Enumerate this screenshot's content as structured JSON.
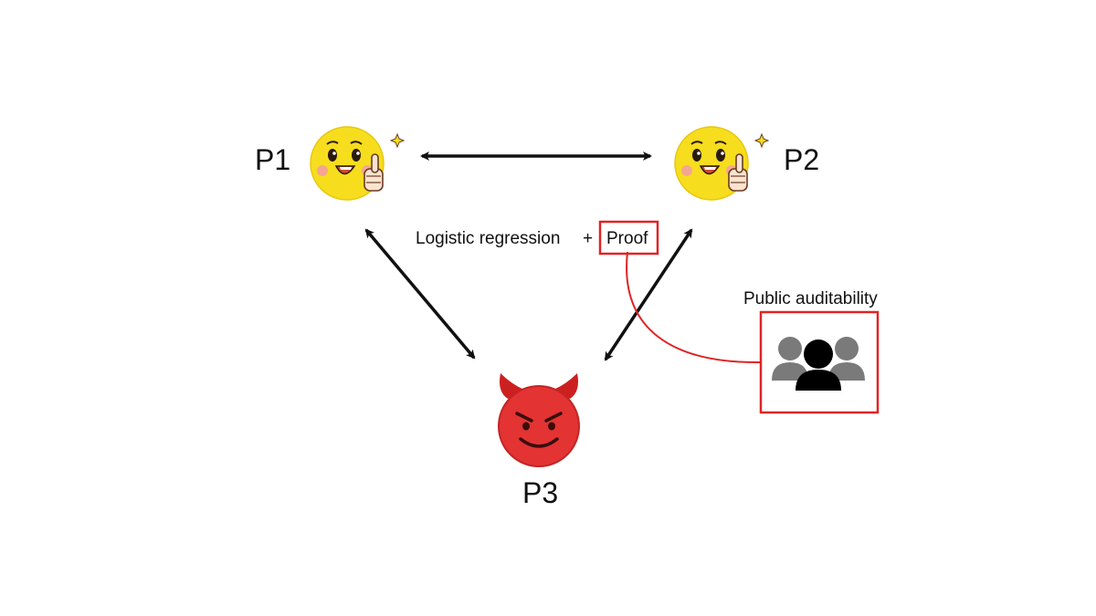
{
  "parties": {
    "p1": {
      "label": "P1",
      "role": "honest",
      "icon": "thumbs-up-smiley-icon"
    },
    "p2": {
      "label": "P2",
      "role": "honest",
      "icon": "thumbs-up-smiley-icon"
    },
    "p3": {
      "label": "P3",
      "role": "malicious",
      "icon": "devil-face-icon"
    }
  },
  "edge_label": {
    "text": "Logistic regression",
    "plus": "+",
    "proof": "Proof"
  },
  "auditor": {
    "label": "Public auditability",
    "icon": "group-of-people-icon"
  },
  "colors": {
    "highlight": "#e02424",
    "arrow": "#111111",
    "smiley": "#f6dd1e",
    "devil": "#e33333",
    "people_back": "#7a7a7a",
    "people_front": "#000000"
  }
}
